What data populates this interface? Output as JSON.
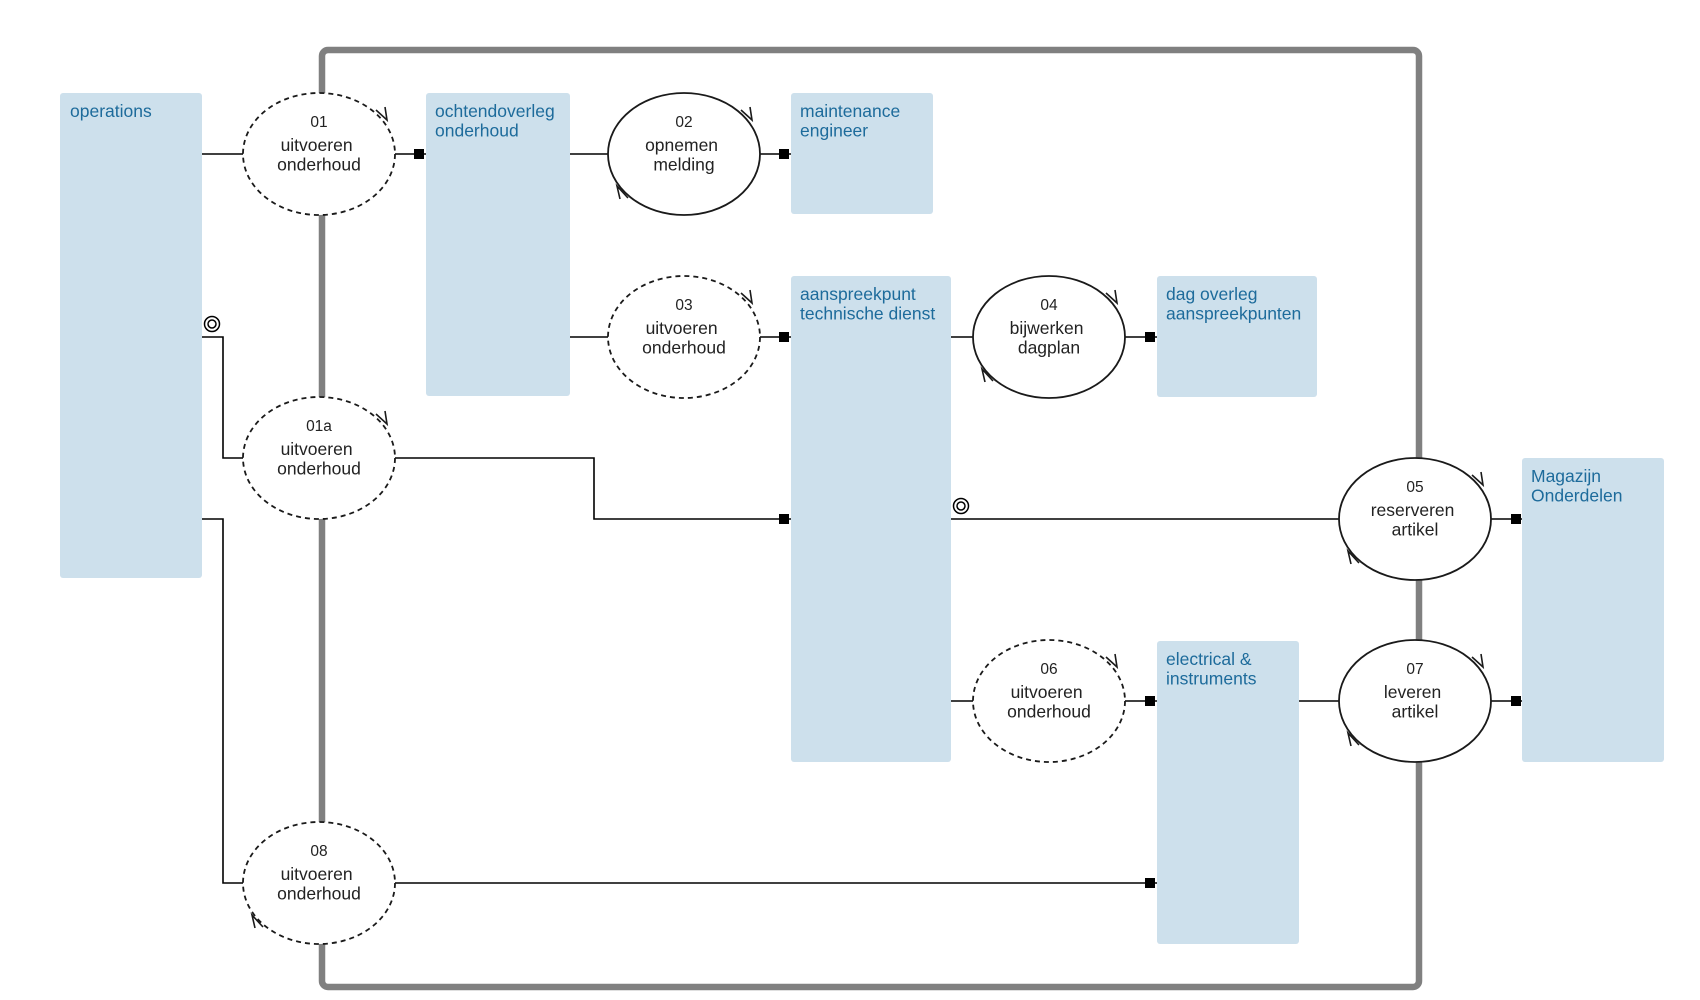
{
  "colors": {
    "role_fill": "#cde0ec",
    "role_text": "#1d6b9b",
    "boundary": "#808080",
    "line": "#000000"
  },
  "roles": [
    {
      "id": "operations",
      "lines": [
        "operations"
      ]
    },
    {
      "id": "ochtendoverleg",
      "lines": [
        "ochtendoverleg",
        "onderhoud"
      ]
    },
    {
      "id": "maintenance",
      "lines": [
        "maintenance",
        "engineer"
      ]
    },
    {
      "id": "aanspreekpunt",
      "lines": [
        "aanspreekpunt",
        "technische dienst"
      ]
    },
    {
      "id": "dagoverleg",
      "lines": [
        "dag overleg",
        "aanspreekpunten"
      ]
    },
    {
      "id": "magazijn",
      "lines": [
        "Magazijn",
        "Onderdelen"
      ]
    },
    {
      "id": "electrical",
      "lines": [
        "electrical &",
        "instruments"
      ]
    }
  ],
  "activities": [
    {
      "id": "a01",
      "number": "01",
      "lines": [
        "uitvoeren",
        "onderhoud"
      ],
      "dashed": true
    },
    {
      "id": "a02",
      "number": "02",
      "lines": [
        "opnemen",
        "melding"
      ],
      "dashed": false
    },
    {
      "id": "a03",
      "number": "03",
      "lines": [
        "uitvoeren",
        "onderhoud"
      ],
      "dashed": true
    },
    {
      "id": "a04",
      "number": "04",
      "lines": [
        "bijwerken",
        "dagplan"
      ],
      "dashed": false
    },
    {
      "id": "a01a",
      "number": "01a",
      "lines": [
        "uitvoeren",
        "onderhoud"
      ],
      "dashed": true
    },
    {
      "id": "a05",
      "number": "05",
      "lines": [
        "reserveren",
        "artikel"
      ],
      "dashed": false
    },
    {
      "id": "a06",
      "number": "06",
      "lines": [
        "uitvoeren",
        "onderhoud"
      ],
      "dashed": true
    },
    {
      "id": "a07",
      "number": "07",
      "lines": [
        "leveren",
        "artikel"
      ],
      "dashed": false
    },
    {
      "id": "a08",
      "number": "08",
      "lines": [
        "uitvoeren",
        "onderhoud"
      ],
      "dashed": true
    }
  ]
}
